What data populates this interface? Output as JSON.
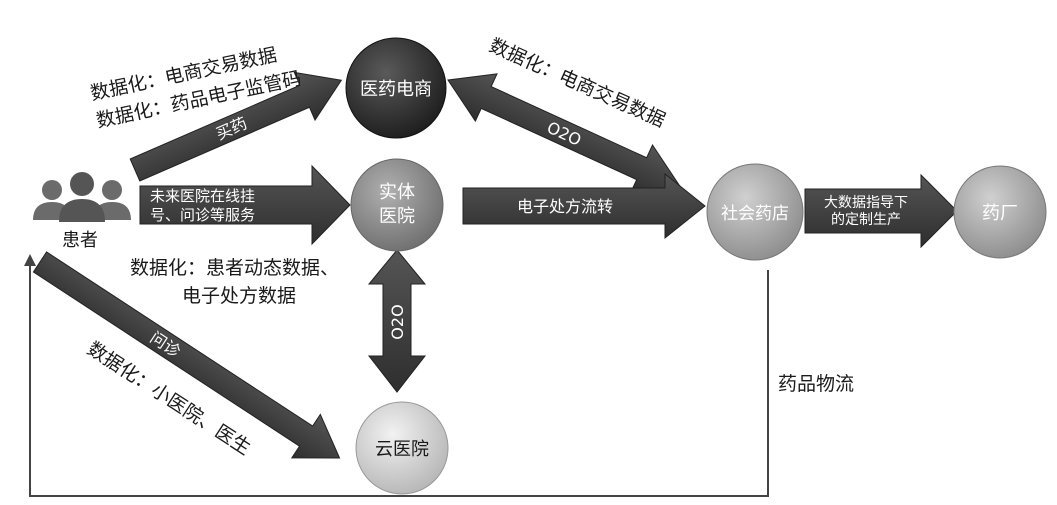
{
  "nodes": {
    "patient": "患者",
    "ecommerce": "医药电商",
    "physical_hospital": [
      "实体",
      "医院"
    ],
    "cloud_hospital": "云医院",
    "pharmacy": "社会药店",
    "factory": "药厂"
  },
  "arrows": {
    "buy_medicine": "买药",
    "future_hospital": [
      "未来医院在线挂",
      "号、问诊等服务"
    ],
    "consultation": "问诊",
    "o2o_top": "O2O",
    "o2o_vertical": "O2O",
    "e_prescription": "电子处方流转",
    "big_data": [
      "大数据指导下",
      "的定制生产"
    ]
  },
  "annotations": {
    "digitize_ecommerce_left": [
      "数据化：电商交易数据",
      "数据化：药品电子监管码"
    ],
    "digitize_ecommerce_right": "数据化：电商交易数据",
    "digitize_hospital": [
      "数据化：患者动态数据、",
      "电子处方数据"
    ],
    "digitize_cloud": "数据化：小医院、医生",
    "logistics": "药品物流"
  },
  "colors": {
    "arrow": "#3f3f3f",
    "arrow_dark": "#262626",
    "node_dark": "#2b2b2b",
    "node_mid": "#8a8a8a",
    "node_light": "#c9c9c9",
    "text": "#1a1a1a"
  }
}
